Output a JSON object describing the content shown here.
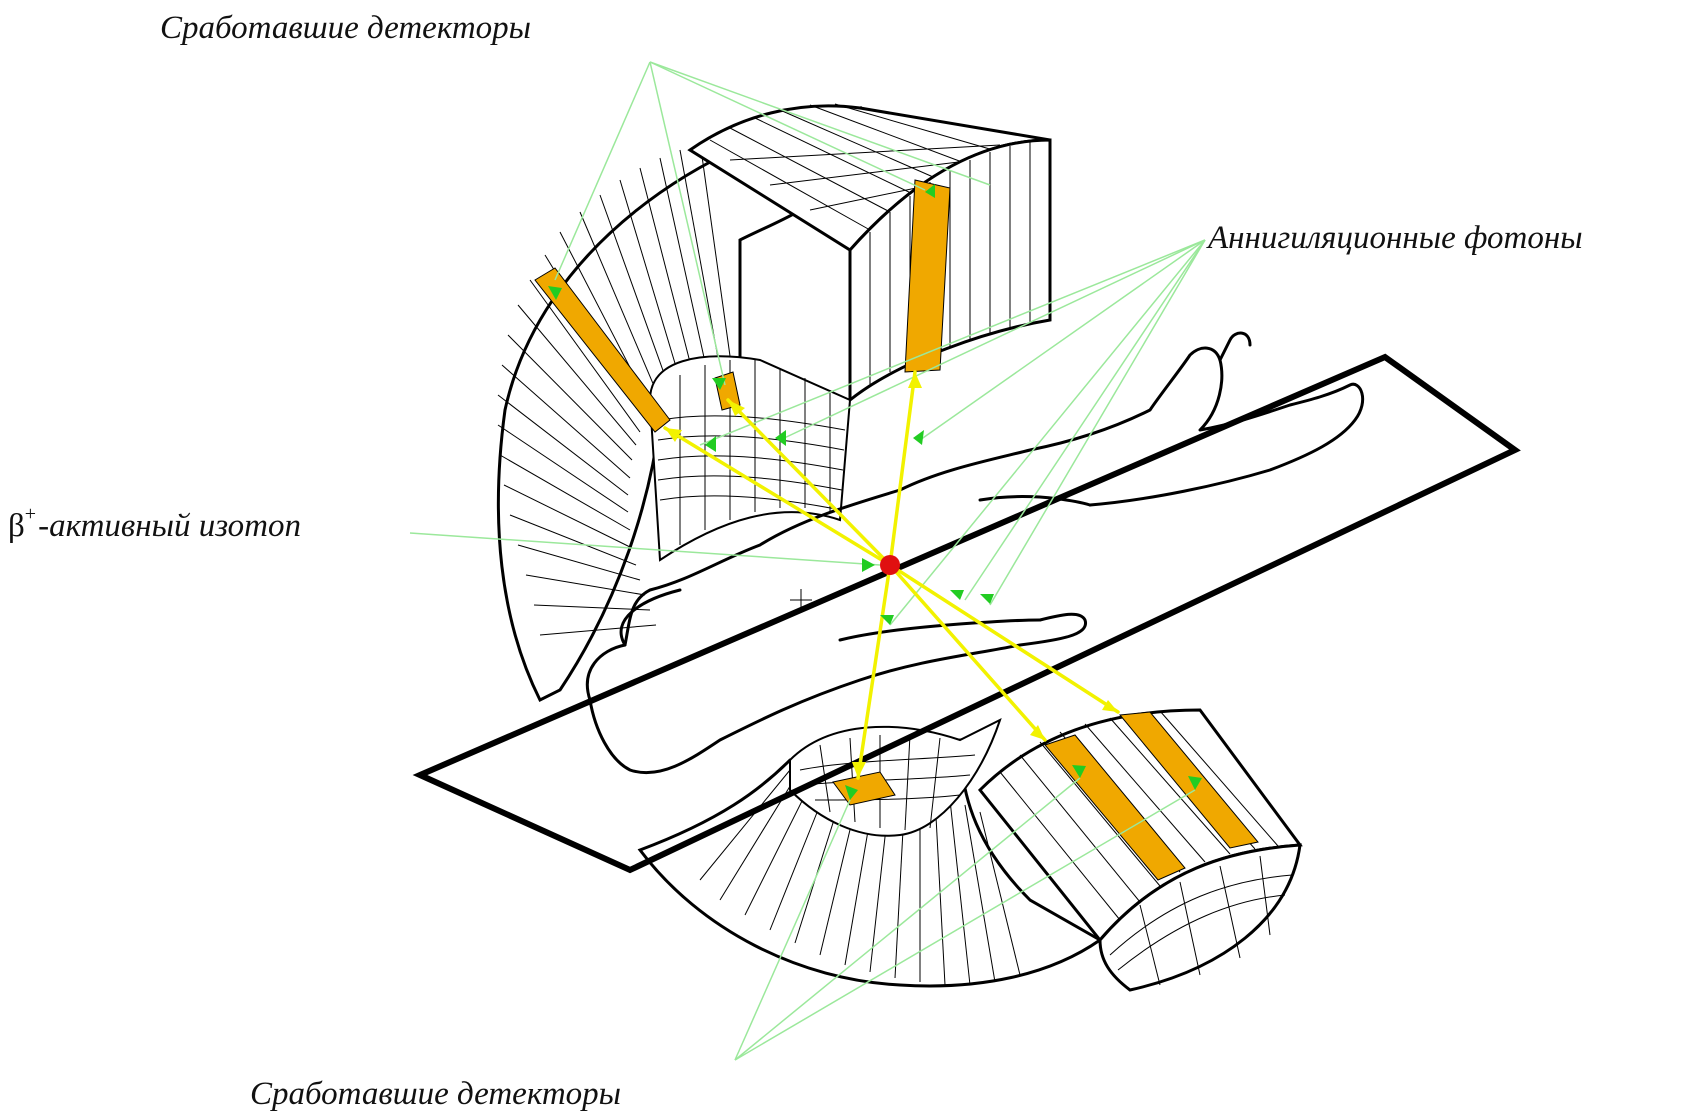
{
  "labels": {
    "triggered_detectors_top": "Сработавшие детекторы",
    "annihilation_photons": "Аннигиляционные фотоны",
    "isotope_symbol": "β",
    "isotope_superscript": "+",
    "isotope_text": "-активный изотоп",
    "triggered_detectors_bottom": "Сработавшие детекторы"
  },
  "colors": {
    "detector_hit": "#f0a800",
    "photon_line": "#f2f200",
    "pointer_line": "#9be89b",
    "arrow_head": "#22cc22",
    "source_dot": "#e01010",
    "outline": "#000000"
  }
}
